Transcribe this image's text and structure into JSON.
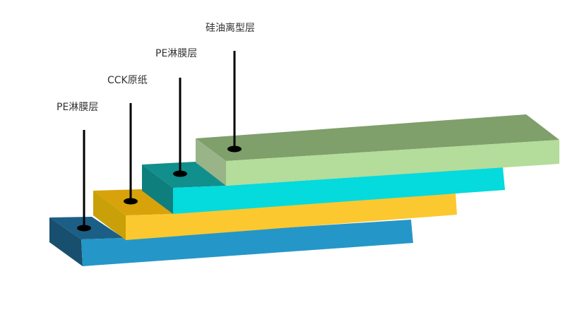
{
  "layers": [
    {
      "label": "PE淋膜层",
      "top": "#1c5f86",
      "front": "#2596c8",
      "side": "#184f6e"
    },
    {
      "label": "CCK原纸",
      "top": "#d8a20a",
      "front": "#fbc830",
      "side": "#caa008"
    },
    {
      "label": "PE淋膜层",
      "top": "#118f8c",
      "front": "#05dadd",
      "side": "#0e7f7d"
    },
    {
      "label": "硅油离型层",
      "top": "#7f9f6b",
      "front": "#b4dc9a",
      "side": "#98b488"
    }
  ],
  "callout_color": "#000000"
}
